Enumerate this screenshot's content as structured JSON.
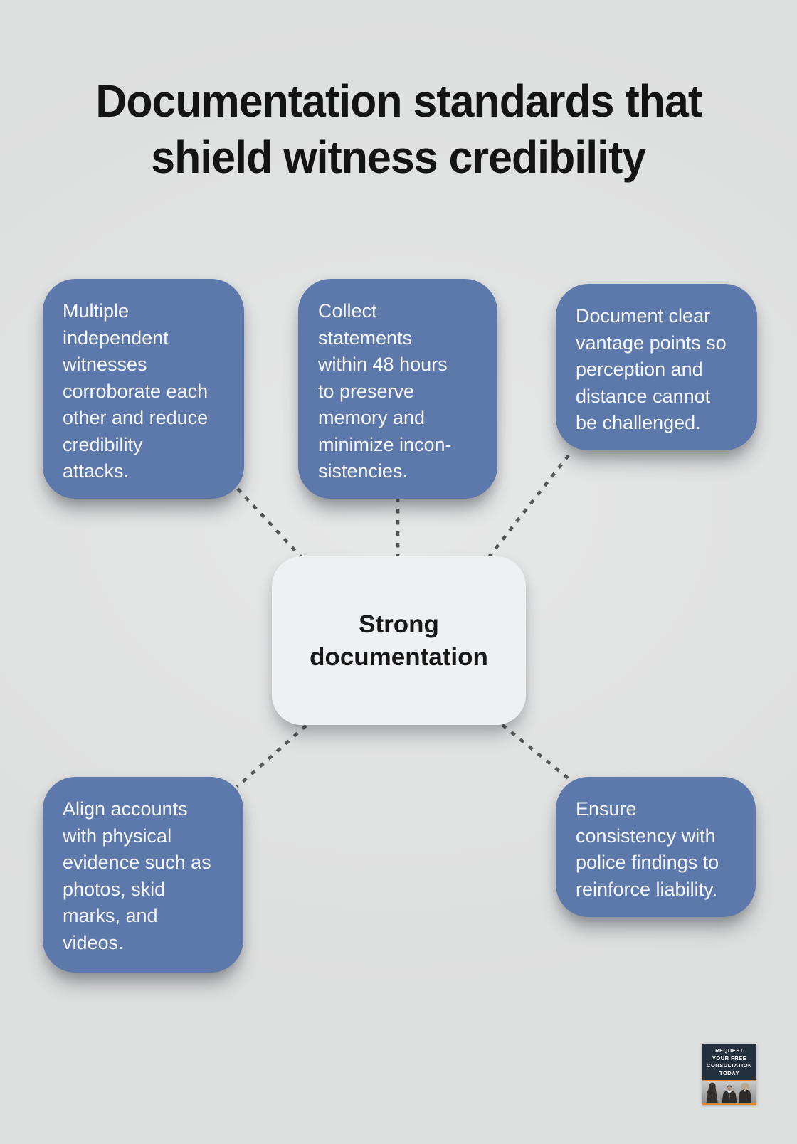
{
  "title": {
    "lines": [
      "Documentation standards that",
      "shield witness credibility"
    ]
  },
  "center": {
    "label": "Strong documentation"
  },
  "nodes": [
    {
      "id": "witnesses",
      "text": "Multiple\nindependent\nwitnesses\ncorroborate each\nother and reduce\ncredibility\nattacks."
    },
    {
      "id": "statements",
      "text": "Collect\nstatements\nwithin 48 hours\nto preserve\nmemory and\nminimize incon-\nsistencies."
    },
    {
      "id": "vantage",
      "text": "Document clear\nvantage points so\nperception and\ndistance cannot\nbe challenged."
    },
    {
      "id": "evidence",
      "text": "Align accounts\nwith physical\nevidence such as\nphotos, skid\nmarks, and\nvideos."
    },
    {
      "id": "consistency",
      "text": "Ensure\nconsistency with\npolice findings to\nreinforce liability."
    }
  ],
  "badge": {
    "lines": [
      "REQUEST",
      "YOUR FREE",
      "CONSULTATION",
      "TODAY"
    ],
    "photo": "three-attorneys-photo"
  },
  "colors": {
    "node_blue": "#5d78ab",
    "node_text": "#f5f7fa",
    "center_bg": "#eff0f2",
    "background": "#e1e2e2",
    "connector_gray": "#555557",
    "badge_navy": "#24303e",
    "badge_orange": "#e2872e",
    "title_black": "#141414"
  }
}
